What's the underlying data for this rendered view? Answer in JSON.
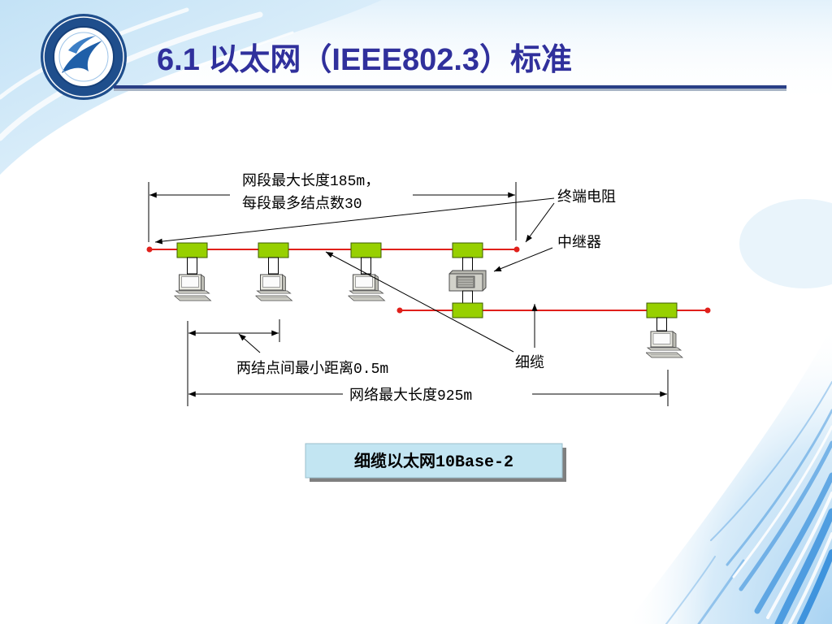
{
  "slide": {
    "title": "6.1 以太网（IEEE802.3）标准"
  },
  "diagram": {
    "segment_label_line1": "网段最大长度185m，",
    "segment_label_line2": "每段最多结点数30",
    "terminator_label": "终端电阻",
    "repeater_label": "中继器",
    "cable_label": "细缆",
    "min_distance_label": "两结点间最小距离0.5m",
    "network_length_label": "网络最大长度925m"
  },
  "caption": {
    "text": "细缆以太网10Base-2"
  },
  "icons": {
    "logo": "college-seal-icon",
    "workstation": "computer-icon",
    "repeater": "repeater-icon",
    "transceiver": "transceiver-node"
  },
  "colors": {
    "title": "#30309c",
    "cable": "#e0201b",
    "node": "#97d000",
    "caption_fill": "#c2e5f2"
  }
}
